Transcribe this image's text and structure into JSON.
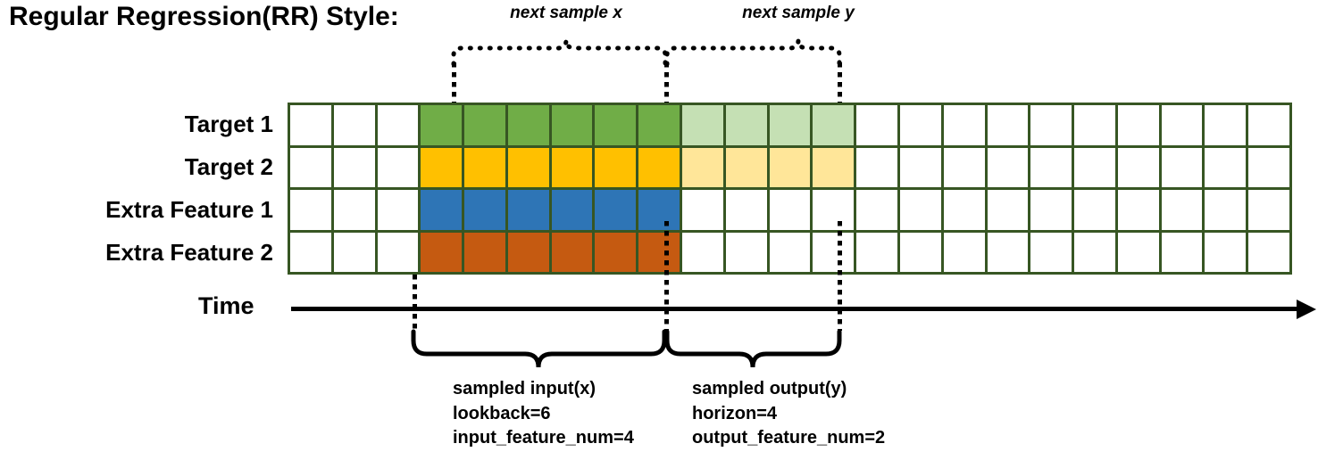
{
  "title": "Regular Regression(RR) Style:",
  "annotations": {
    "next_sample_x": "next sample x",
    "next_sample_y": "next sample y"
  },
  "rows": [
    {
      "label": "Target 1",
      "color": "#70AD47",
      "light_color": "#C5E0B4"
    },
    {
      "label": "Target 2",
      "color": "#FFC000",
      "light_color": "#FFE699"
    },
    {
      "label": "Extra Feature 1",
      "color": "#2E75B6",
      "light_color": null
    },
    {
      "label": "Extra Feature 2",
      "color": "#C55A11",
      "light_color": null
    }
  ],
  "grid": {
    "columns": 23,
    "rows": 4,
    "border_color": "#375623",
    "empty_color": "#ffffff",
    "leading_empty_columns": 3,
    "input_columns": 6,
    "output_columns": 4,
    "trailing_empty_columns": 10
  },
  "axis": {
    "label": "Time",
    "arrow": "right-arrow"
  },
  "notes": {
    "input": {
      "title": "sampled input(x)",
      "line2": "lookback=6",
      "line3": "input_feature_num=4"
    },
    "output": {
      "title": "sampled output(y)",
      "line2": "horizon=4",
      "line3": "output_feature_num=2"
    }
  },
  "colors": {
    "green": "#70AD47",
    "green_light": "#C5E0B4",
    "gold": "#FFC000",
    "gold_light": "#FFE699",
    "blue": "#2E75B6",
    "orange": "#C55A11",
    "grid_border": "#375623",
    "ink": "#000000"
  }
}
